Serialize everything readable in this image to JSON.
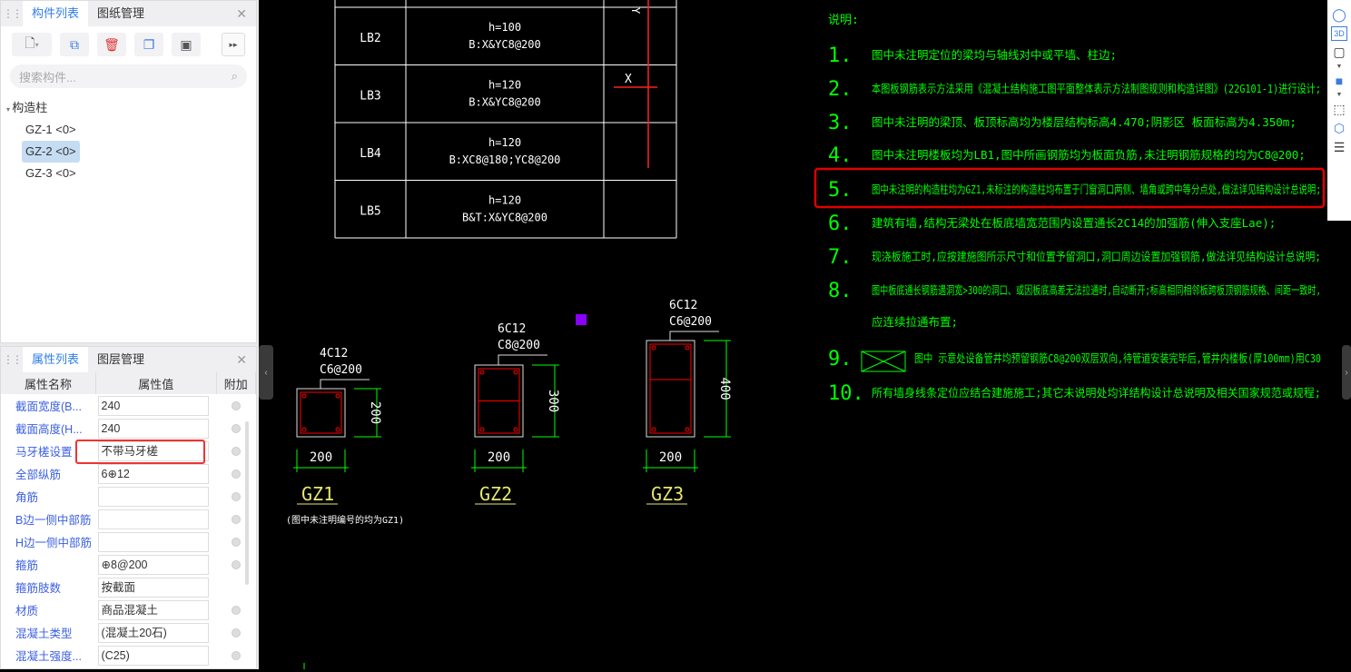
{
  "component_panel": {
    "tabs": [
      "构件列表",
      "图纸管理"
    ],
    "search_placeholder": "搜索构件...",
    "tree_root": "构造柱",
    "items": [
      "GZ-1 <0>",
      "GZ-2 <0>",
      "GZ-3 <0>"
    ],
    "selected_index": 1
  },
  "property_panel": {
    "tabs": [
      "属性列表",
      "图层管理"
    ],
    "headers": [
      "属性名称",
      "属性值",
      "附加"
    ],
    "rows": [
      {
        "name": "截面宽度(B...",
        "value": "240",
        "extra": true
      },
      {
        "name": "截面高度(H...",
        "value": "240",
        "extra": true
      },
      {
        "name": "马牙槎设置",
        "value": "不带马牙槎",
        "extra": true
      },
      {
        "name": "全部纵筋",
        "value": "6⊕12",
        "extra": true
      },
      {
        "name": "角筋",
        "value": "",
        "extra": true
      },
      {
        "name": "B边一侧中部筋",
        "value": "",
        "extra": true
      },
      {
        "name": "H边一侧中部筋",
        "value": "",
        "extra": true
      },
      {
        "name": "箍筋",
        "value": "⊕8@200",
        "extra": true
      },
      {
        "name": "箍筋肢数",
        "value": "按截面",
        "extra": false
      },
      {
        "name": "材质",
        "value": "商品混凝土",
        "extra": true
      },
      {
        "name": "混凝土类型",
        "value": "(混凝土20石)",
        "extra": true
      },
      {
        "name": "混凝土强度...",
        "value": "(C25)",
        "extra": true
      }
    ]
  },
  "drawing": {
    "slab_table": [
      {
        "id": "LB2",
        "h": "h=100",
        "rebar": "B:X&YC8@200"
      },
      {
        "id": "LB3",
        "h": "h=120",
        "rebar": "B:X&YC8@200"
      },
      {
        "id": "LB4",
        "h": "h=120",
        "rebar": "B:XC8@180;YC8@200"
      },
      {
        "id": "LB5",
        "h": "h=120",
        "rebar": "B&T:X&YC8@200"
      }
    ],
    "axis": {
      "y": "Y",
      "x": "X"
    },
    "notes_title": "说明:",
    "notes": [
      {
        "n": "1.",
        "t": "图中未注明定位的梁均与轴线对中或平墙、柱边;"
      },
      {
        "n": "2.",
        "t": "本图板钢筋表示方法采用《混凝土结构施工图平面整体表示方法制图规则和构造详图》(22G101-1)进行设计;"
      },
      {
        "n": "3.",
        "t": "图中未注明的梁顶、板顶标高均为楼层结构标高4.470;阴影区          板面标高为4.350m;"
      },
      {
        "n": "4.",
        "t": "图中未注明楼板均为LB1,图中所画钢筋均为板面负筋,未注明钢筋规格的均为C8@200;"
      },
      {
        "n": "5.",
        "t": "图中未注明的构造柱均为GZ1,未标注的构造柱均布置于门窗洞口两侧、墙角或跨中等分点处,做法详见结构设计总说明;"
      },
      {
        "n": "6.",
        "t": "建筑有墙,结构无梁处在板底墙宽范围内设置通长2C14的加强筋(伸入支座Lae);"
      },
      {
        "n": "7.",
        "t": "现浇板施工时,应按建施图所示尺寸和位置予留洞口,洞口周边设置加强钢筋,做法详见结构设计总说明;"
      },
      {
        "n": "8.",
        "t": "图中板底通长钢筋遇洞宽>300的洞口、或因板底高差无法拉通时,自动断开;标高相同相邻板跨板顶钢筋规格、间距一致时,"
      },
      {
        "n": "",
        "t": "应连续拉通布置;"
      },
      {
        "n": "9.",
        "t": "图中              示意处设备管井均预留钢筋C8@200双层双向,待管道安装完毕后,管井内楼板(厚100mm)用C30"
      },
      {
        "n": "10.",
        "t": "所有墙身线条定位应结合建施施工;其它未说明处均详结构设计总说明及相关国家规范或规程;"
      }
    ],
    "columns": [
      {
        "name": "GZ1",
        "main": "4C12",
        "stirrup": "C6@200",
        "b": "200",
        "h": "200",
        "note": "(图中未注明编号的均为GZ1)"
      },
      {
        "name": "GZ2",
        "main": "6C12",
        "stirrup": "C8@200",
        "b": "200",
        "h": "300"
      },
      {
        "name": "GZ3",
        "main": "6C12",
        "stirrup": "C6@200",
        "b": "200",
        "h": "400"
      }
    ],
    "colors": {
      "text": "#00ff00",
      "frame": "#ffffff",
      "rebar": "#ff0000",
      "dim": "#00ff00",
      "label": "#e8e870",
      "highlight": "#e00000"
    }
  },
  "right_toolbar": {
    "icons": [
      "orbit-icon",
      "3d-view-icon",
      "cube-icon",
      "solid-cube-icon",
      "selection-box-icon",
      "box-select-icon",
      "properties-view-icon"
    ]
  }
}
